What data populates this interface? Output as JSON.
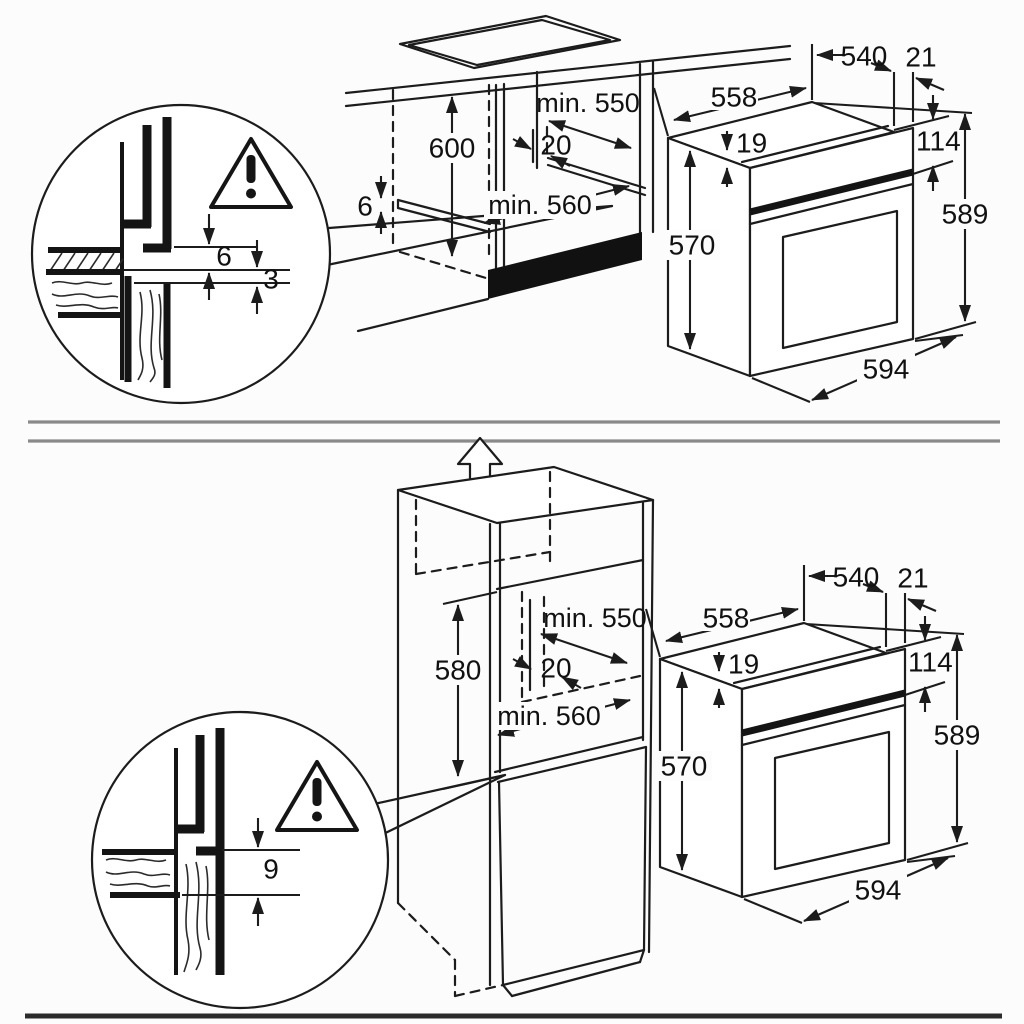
{
  "diagram": {
    "title": "oven-built-in-installation-dimensions",
    "oven": {
      "depth": "540",
      "frame_overhang": "21",
      "body_width": "558",
      "top_lip": "19",
      "control_panel_height": "114",
      "total_height": "589",
      "side_height": "570",
      "front_width": "594"
    },
    "panel_top": {
      "cabinet": {
        "niche_height": "600",
        "niche_depth": "min. 550",
        "rear_gap": "20",
        "niche_width": "min. 560",
        "support_rail": "6"
      },
      "detail": {
        "hob_gap": "6",
        "clearance": "3"
      }
    },
    "panel_bottom": {
      "cabinet": {
        "niche_height": "580",
        "niche_depth": "min. 550",
        "rear_gap": "20",
        "niche_width": "min. 560"
      },
      "detail": {
        "clearance": "9"
      }
    },
    "colors": {
      "line": "#1c1c1c",
      "divider": "#8a8a8a",
      "plinth_black": "#111111",
      "background": "#fcfcfc"
    }
  }
}
